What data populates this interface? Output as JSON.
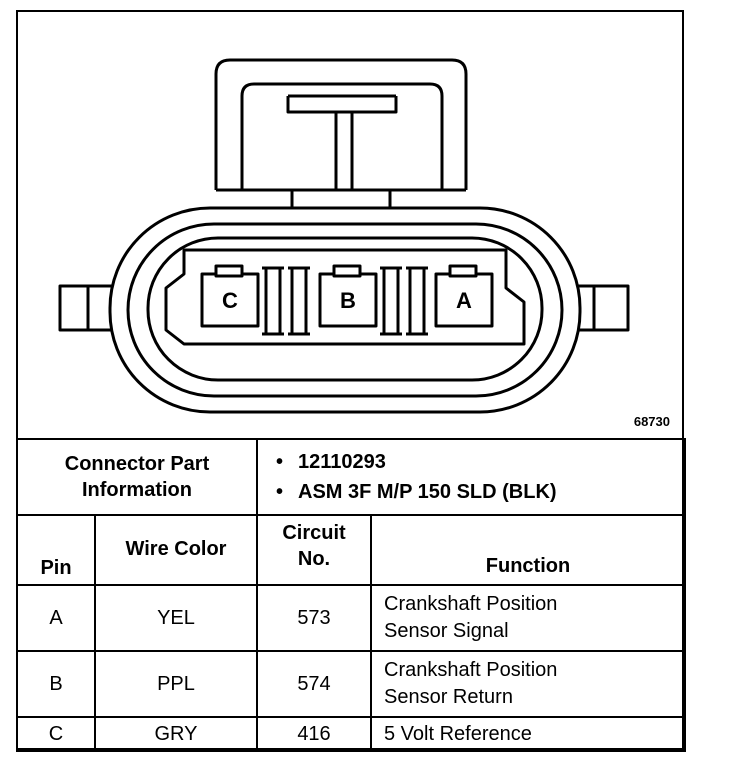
{
  "figure_id": "68730",
  "connector": {
    "pins": [
      "C",
      "B",
      "A"
    ]
  },
  "part_info": {
    "label_line1": "Connector Part",
    "label_line2": "Information",
    "items": [
      "12110293",
      "ASM 3F M/P 150 SLD (BLK)"
    ]
  },
  "table": {
    "headers": {
      "pin": "Pin",
      "wire_color": "Wire Color",
      "circuit_line1": "Circuit",
      "circuit_line2": "No.",
      "function": "Function"
    },
    "rows": [
      {
        "pin": "A",
        "wire_color": "YEL",
        "circuit": "573",
        "function_line1": "Crankshaft Position",
        "function_line2": "Sensor Signal"
      },
      {
        "pin": "B",
        "wire_color": "PPL",
        "circuit": "574",
        "function_line1": "Crankshaft Position",
        "function_line2": "Sensor Return"
      },
      {
        "pin": "C",
        "wire_color": "GRY",
        "circuit": "416",
        "function_line1": "5 Volt Reference",
        "function_line2": ""
      }
    ]
  }
}
